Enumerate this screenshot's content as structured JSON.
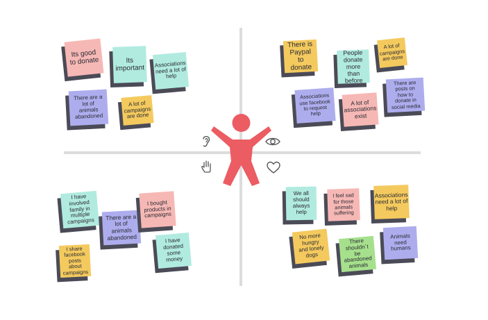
{
  "colors": {
    "pink": "#f6b8b5",
    "mint": "#b1ebe0",
    "yellow": "#f4ca5e",
    "purple": "#adadee",
    "green": "#a6e08d",
    "person": "#ec5c63",
    "axis": "#dcdcdc",
    "shadow": "#4b4b57"
  },
  "center": {
    "figure_icon": "person-arms-raised",
    "top_left_icon": "ear-icon",
    "top_right_icon": "eye-icon",
    "bottom_left_icon": "hand-icon",
    "bottom_right_icon": "heart-icon"
  },
  "quadrants": {
    "top_left": [
      {
        "text": "Its good to donate",
        "color": "pink"
      },
      {
        "text": "Its important",
        "color": "mint"
      },
      {
        "text": "Associations need a lot of help",
        "color": "mint"
      },
      {
        "text": "There are a lot of animals abandoned",
        "color": "purple"
      },
      {
        "text": "A lot of campaigns are done",
        "color": "yellow"
      }
    ],
    "top_right": [
      {
        "text": "There is Paypal to donate",
        "color": "yellow"
      },
      {
        "text": "People donate more than before",
        "color": "mint"
      },
      {
        "text": "A lot of campaigns are done",
        "color": "yellow"
      },
      {
        "text": "Associations use facebook to request help",
        "color": "purple"
      },
      {
        "text": "A lot of associations exist",
        "color": "pink"
      },
      {
        "text": "There are posts on how to donate in social media",
        "color": "purple"
      }
    ],
    "bottom_left": [
      {
        "text": "I have involved family in multiple campaigns",
        "color": "mint"
      },
      {
        "text": "There are a lot of animals abandoned",
        "color": "purple"
      },
      {
        "text": "I bought products in campaigns",
        "color": "pink"
      },
      {
        "text": "I share facebook posts about campaigns",
        "color": "yellow"
      },
      {
        "text": "I have donated some money",
        "color": "mint"
      }
    ],
    "bottom_right": [
      {
        "text": "We all should always help",
        "color": "mint"
      },
      {
        "text": "I feel sad for those animals suffering",
        "color": "pink"
      },
      {
        "text": "Associations need a lot of help",
        "color": "yellow"
      },
      {
        "text": "No more hungry and lonely dogs",
        "color": "yellow"
      },
      {
        "text": "There shouldn´t be abandoned animals",
        "color": "green"
      },
      {
        "text": "Animals need humans",
        "color": "purple"
      }
    ]
  }
}
